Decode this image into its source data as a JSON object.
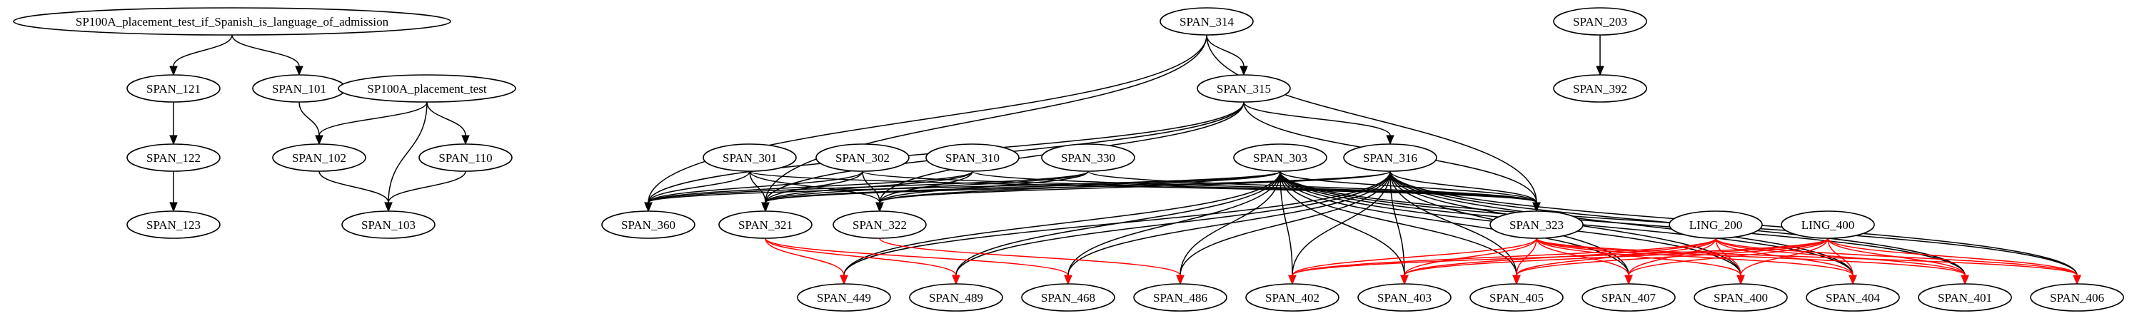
{
  "diagram": {
    "colors": {
      "black_edge": "#000000",
      "red_edge": "#ff0000",
      "node_fill": "#ffffff"
    },
    "nodes": [
      {
        "id": "SP100A_if",
        "label": "SP100A_placement_test_if_Spanish_is_language_of_admission"
      },
      {
        "id": "SPAN_121",
        "label": "SPAN_121"
      },
      {
        "id": "SPAN_101",
        "label": "SPAN_101"
      },
      {
        "id": "SP100A",
        "label": "SP100A_placement_test"
      },
      {
        "id": "SPAN_122",
        "label": "SPAN_122"
      },
      {
        "id": "SPAN_102",
        "label": "SPAN_102"
      },
      {
        "id": "SPAN_110",
        "label": "SPAN_110"
      },
      {
        "id": "SPAN_123",
        "label": "SPAN_123"
      },
      {
        "id": "SPAN_103",
        "label": "SPAN_103"
      },
      {
        "id": "SPAN_314",
        "label": "SPAN_314"
      },
      {
        "id": "SPAN_315",
        "label": "SPAN_315"
      },
      {
        "id": "SPAN_203",
        "label": "SPAN_203"
      },
      {
        "id": "SPAN_392",
        "label": "SPAN_392"
      },
      {
        "id": "SPAN_301",
        "label": "SPAN_301"
      },
      {
        "id": "SPAN_302",
        "label": "SPAN_302"
      },
      {
        "id": "SPAN_310",
        "label": "SPAN_310"
      },
      {
        "id": "SPAN_330",
        "label": "SPAN_330"
      },
      {
        "id": "SPAN_303",
        "label": "SPAN_303"
      },
      {
        "id": "SPAN_316",
        "label": "SPAN_316"
      },
      {
        "id": "SPAN_360",
        "label": "SPAN_360"
      },
      {
        "id": "SPAN_321",
        "label": "SPAN_321"
      },
      {
        "id": "SPAN_322",
        "label": "SPAN_322"
      },
      {
        "id": "SPAN_323",
        "label": "SPAN_323"
      },
      {
        "id": "LING_200",
        "label": "LING_200"
      },
      {
        "id": "LING_400",
        "label": "LING_400"
      },
      {
        "id": "SPAN_449",
        "label": "SPAN_449"
      },
      {
        "id": "SPAN_489",
        "label": "SPAN_489"
      },
      {
        "id": "SPAN_468",
        "label": "SPAN_468"
      },
      {
        "id": "SPAN_486",
        "label": "SPAN_486"
      },
      {
        "id": "SPAN_402",
        "label": "SPAN_402"
      },
      {
        "id": "SPAN_403",
        "label": "SPAN_403"
      },
      {
        "id": "SPAN_405",
        "label": "SPAN_405"
      },
      {
        "id": "SPAN_407",
        "label": "SPAN_407"
      },
      {
        "id": "SPAN_400",
        "label": "SPAN_400"
      },
      {
        "id": "SPAN_404",
        "label": "SPAN_404"
      },
      {
        "id": "SPAN_401",
        "label": "SPAN_401"
      },
      {
        "id": "SPAN_406",
        "label": "SPAN_406"
      }
    ],
    "edges": [
      {
        "from": "SP100A_if",
        "to": "SPAN_121",
        "color": "black"
      },
      {
        "from": "SP100A_if",
        "to": "SPAN_101",
        "color": "black"
      },
      {
        "from": "SPAN_121",
        "to": "SPAN_122",
        "color": "black"
      },
      {
        "from": "SPAN_122",
        "to": "SPAN_123",
        "color": "black"
      },
      {
        "from": "SPAN_101",
        "to": "SPAN_102",
        "color": "black"
      },
      {
        "from": "SP100A",
        "to": "SPAN_102",
        "color": "black"
      },
      {
        "from": "SP100A",
        "to": "SPAN_110",
        "color": "black"
      },
      {
        "from": "SP100A",
        "to": "SPAN_103",
        "color": "black"
      },
      {
        "from": "SPAN_102",
        "to": "SPAN_103",
        "color": "black"
      },
      {
        "from": "SPAN_110",
        "to": "SPAN_103",
        "color": "black"
      },
      {
        "from": "SPAN_203",
        "to": "SPAN_392",
        "color": "black"
      },
      {
        "from": "SPAN_314",
        "to": "SPAN_315",
        "color": "black"
      },
      {
        "from": "SPAN_314",
        "to": "SPAN_360",
        "color": "black"
      },
      {
        "from": "SPAN_314",
        "to": "SPAN_321",
        "color": "black"
      },
      {
        "from": "SPAN_314",
        "to": "SPAN_323",
        "color": "black"
      },
      {
        "from": "SPAN_315",
        "to": "SPAN_316",
        "color": "black"
      },
      {
        "from": "SPAN_315",
        "to": "SPAN_360",
        "color": "black"
      },
      {
        "from": "SPAN_315",
        "to": "SPAN_321",
        "color": "black"
      },
      {
        "from": "SPAN_315",
        "to": "SPAN_322",
        "color": "black"
      },
      {
        "from": "SPAN_315",
        "to": "SPAN_323",
        "color": "black"
      },
      {
        "from": "SPAN_301",
        "to": "SPAN_360",
        "color": "black"
      },
      {
        "from": "SPAN_301",
        "to": "SPAN_321",
        "color": "black"
      },
      {
        "from": "SPAN_301",
        "to": "SPAN_322",
        "color": "black"
      },
      {
        "from": "SPAN_301",
        "to": "SPAN_323",
        "color": "black"
      },
      {
        "from": "SPAN_302",
        "to": "SPAN_360",
        "color": "black"
      },
      {
        "from": "SPAN_302",
        "to": "SPAN_321",
        "color": "black"
      },
      {
        "from": "SPAN_302",
        "to": "SPAN_322",
        "color": "black"
      },
      {
        "from": "SPAN_302",
        "to": "SPAN_323",
        "color": "black"
      },
      {
        "from": "SPAN_310",
        "to": "SPAN_360",
        "color": "black"
      },
      {
        "from": "SPAN_310",
        "to": "SPAN_321",
        "color": "black"
      },
      {
        "from": "SPAN_310",
        "to": "SPAN_322",
        "color": "black"
      },
      {
        "from": "SPAN_310",
        "to": "SPAN_323",
        "color": "black"
      },
      {
        "from": "SPAN_330",
        "to": "SPAN_360",
        "color": "black"
      },
      {
        "from": "SPAN_330",
        "to": "SPAN_321",
        "color": "black"
      },
      {
        "from": "SPAN_330",
        "to": "SPAN_322",
        "color": "black"
      },
      {
        "from": "SPAN_330",
        "to": "SPAN_323",
        "color": "black"
      },
      {
        "from": "SPAN_303",
        "to": "SPAN_360",
        "color": "black"
      },
      {
        "from": "SPAN_303",
        "to": "SPAN_321",
        "color": "black"
      },
      {
        "from": "SPAN_303",
        "to": "SPAN_322",
        "color": "black"
      },
      {
        "from": "SPAN_303",
        "to": "SPAN_323",
        "color": "black"
      },
      {
        "from": "SPAN_303",
        "to": "SPAN_449",
        "color": "black"
      },
      {
        "from": "SPAN_303",
        "to": "SPAN_489",
        "color": "black"
      },
      {
        "from": "SPAN_303",
        "to": "SPAN_468",
        "color": "black"
      },
      {
        "from": "SPAN_303",
        "to": "SPAN_486",
        "color": "black"
      },
      {
        "from": "SPAN_303",
        "to": "SPAN_402",
        "color": "black"
      },
      {
        "from": "SPAN_303",
        "to": "SPAN_403",
        "color": "black"
      },
      {
        "from": "SPAN_303",
        "to": "SPAN_405",
        "color": "black"
      },
      {
        "from": "SPAN_303",
        "to": "SPAN_407",
        "color": "black"
      },
      {
        "from": "SPAN_303",
        "to": "SPAN_400",
        "color": "black"
      },
      {
        "from": "SPAN_303",
        "to": "SPAN_404",
        "color": "black"
      },
      {
        "from": "SPAN_303",
        "to": "SPAN_401",
        "color": "black"
      },
      {
        "from": "SPAN_303",
        "to": "SPAN_406",
        "color": "black"
      },
      {
        "from": "SPAN_316",
        "to": "SPAN_321",
        "color": "black"
      },
      {
        "from": "SPAN_316",
        "to": "SPAN_322",
        "color": "black"
      },
      {
        "from": "SPAN_316",
        "to": "SPAN_323",
        "color": "black"
      },
      {
        "from": "SPAN_316",
        "to": "SPAN_449",
        "color": "black"
      },
      {
        "from": "SPAN_316",
        "to": "SPAN_489",
        "color": "black"
      },
      {
        "from": "SPAN_316",
        "to": "SPAN_468",
        "color": "black"
      },
      {
        "from": "SPAN_316",
        "to": "SPAN_486",
        "color": "black"
      },
      {
        "from": "SPAN_316",
        "to": "SPAN_402",
        "color": "black"
      },
      {
        "from": "SPAN_316",
        "to": "SPAN_403",
        "color": "black"
      },
      {
        "from": "SPAN_316",
        "to": "SPAN_405",
        "color": "black"
      },
      {
        "from": "SPAN_316",
        "to": "SPAN_407",
        "color": "black"
      },
      {
        "from": "SPAN_316",
        "to": "SPAN_400",
        "color": "black"
      },
      {
        "from": "SPAN_316",
        "to": "SPAN_404",
        "color": "black"
      },
      {
        "from": "SPAN_316",
        "to": "SPAN_401",
        "color": "black"
      },
      {
        "from": "SPAN_316",
        "to": "SPAN_406",
        "color": "black"
      },
      {
        "from": "SPAN_321",
        "to": "SPAN_449",
        "color": "red"
      },
      {
        "from": "SPAN_321",
        "to": "SPAN_489",
        "color": "red"
      },
      {
        "from": "SPAN_321",
        "to": "SPAN_468",
        "color": "red"
      },
      {
        "from": "SPAN_322",
        "to": "SPAN_486",
        "color": "red"
      },
      {
        "from": "SPAN_323",
        "to": "SPAN_402",
        "color": "red"
      },
      {
        "from": "SPAN_323",
        "to": "SPAN_403",
        "color": "red"
      },
      {
        "from": "SPAN_323",
        "to": "SPAN_405",
        "color": "red"
      },
      {
        "from": "SPAN_323",
        "to": "SPAN_407",
        "color": "red"
      },
      {
        "from": "SPAN_323",
        "to": "SPAN_400",
        "color": "red"
      },
      {
        "from": "SPAN_323",
        "to": "SPAN_404",
        "color": "red"
      },
      {
        "from": "SPAN_323",
        "to": "SPAN_401",
        "color": "red"
      },
      {
        "from": "SPAN_323",
        "to": "SPAN_406",
        "color": "red"
      },
      {
        "from": "LING_200",
        "to": "SPAN_402",
        "color": "red"
      },
      {
        "from": "LING_200",
        "to": "SPAN_403",
        "color": "red"
      },
      {
        "from": "LING_200",
        "to": "SPAN_405",
        "color": "red"
      },
      {
        "from": "LING_200",
        "to": "SPAN_407",
        "color": "red"
      },
      {
        "from": "LING_200",
        "to": "SPAN_400",
        "color": "red"
      },
      {
        "from": "LING_200",
        "to": "SPAN_404",
        "color": "red"
      },
      {
        "from": "LING_200",
        "to": "SPAN_401",
        "color": "red"
      },
      {
        "from": "LING_200",
        "to": "SPAN_406",
        "color": "red"
      },
      {
        "from": "LING_400",
        "to": "SPAN_402",
        "color": "red"
      },
      {
        "from": "LING_400",
        "to": "SPAN_403",
        "color": "red"
      },
      {
        "from": "LING_400",
        "to": "SPAN_405",
        "color": "red"
      },
      {
        "from": "LING_400",
        "to": "SPAN_407",
        "color": "red"
      },
      {
        "from": "LING_400",
        "to": "SPAN_400",
        "color": "red"
      },
      {
        "from": "LING_400",
        "to": "SPAN_404",
        "color": "red"
      },
      {
        "from": "LING_400",
        "to": "SPAN_401",
        "color": "red"
      },
      {
        "from": "LING_400",
        "to": "SPAN_406",
        "color": "red"
      }
    ]
  }
}
